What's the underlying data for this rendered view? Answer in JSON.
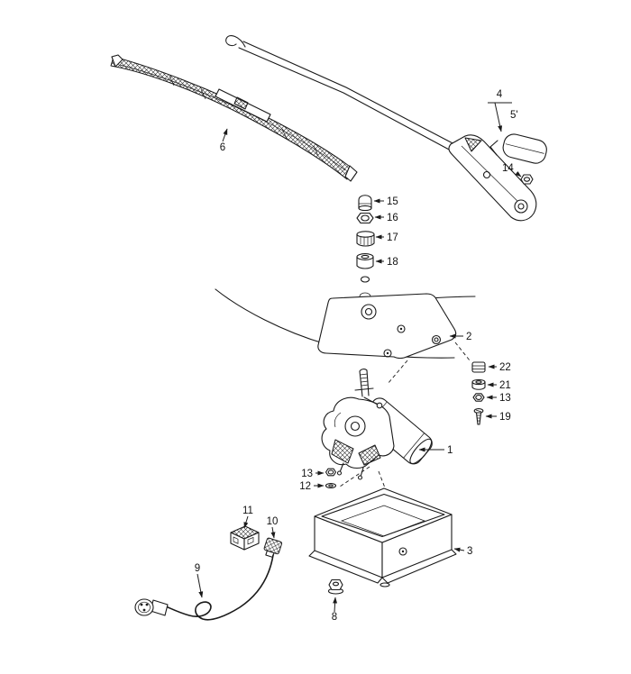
{
  "page": {
    "background_color": "#ffffff",
    "line_color": "#1a1a1a"
  },
  "figure": {
    "callouts": {
      "blade": "6",
      "arm_assembly": "4",
      "arm_cap": "5'",
      "arm_nut": "14",
      "bushing_15": "15",
      "nut_16": "16",
      "collar_17": "17",
      "grommet_18": "18",
      "plate_2": "2",
      "mount_22": "22",
      "bushing_21": "21",
      "nut_13_right": "13",
      "screw_19": "19",
      "motor_1": "1",
      "nut_13_left": "13",
      "washer_12": "12",
      "connector_11": "11",
      "plug_10": "10",
      "cable_9": "9",
      "housing_3": "3",
      "nut_8": "8"
    }
  }
}
